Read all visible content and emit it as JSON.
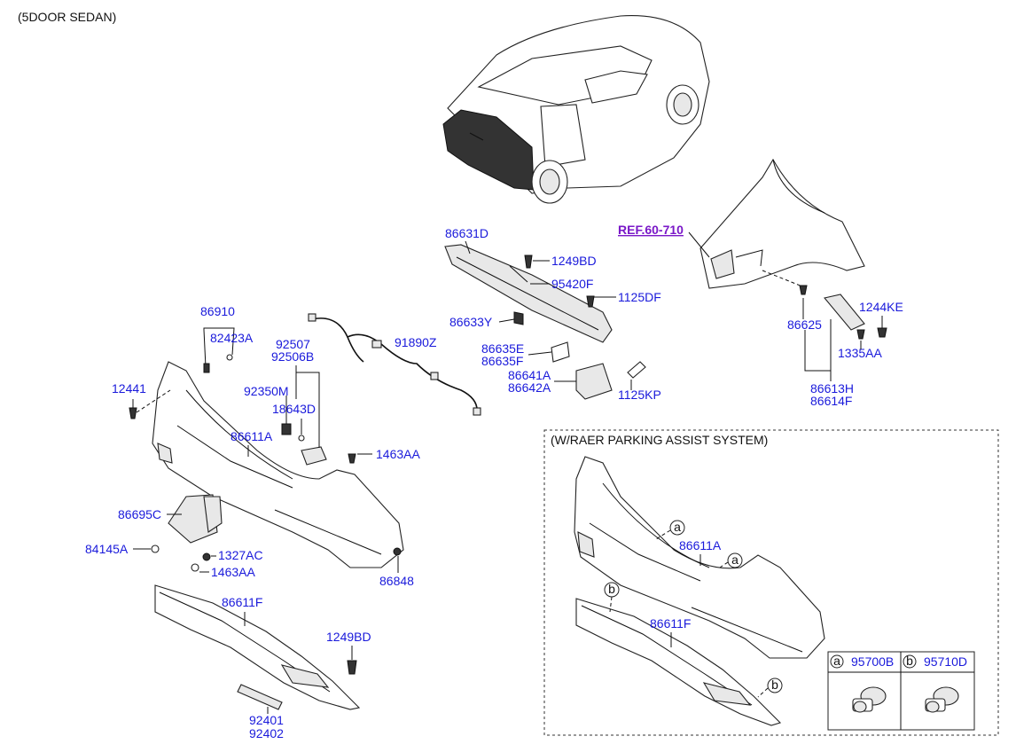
{
  "header": {
    "title": "(5DOOR SEDAN)"
  },
  "reference": {
    "label": "REF.60-710",
    "color": "#7a18c8"
  },
  "part_label_color": "#1a1adb",
  "parts": {
    "p86631D": "86631D",
    "p1249BD_top": "1249BD",
    "p95420F": "95420F",
    "p1125DF": "1125DF",
    "p86633Y": "86633Y",
    "p86635E": "86635E",
    "p86635F": "86635F",
    "p86641A": "86641A",
    "p86642A": "86642A",
    "p1125KP": "1125KP",
    "p86625": "86625",
    "p1244KE": "1244KE",
    "p1335AA": "1335AA",
    "p86613H": "86613H",
    "p86614F": "86614F",
    "p86910": "86910",
    "p82423A": "82423A",
    "p12441": "12441",
    "p92507": "92507",
    "p92506B": "92506B",
    "p92350M": "92350M",
    "p18643D": "18643D",
    "p91890Z": "91890Z",
    "p86611A": "86611A",
    "p1463AA_a": "1463AA",
    "p86695C": "86695C",
    "p84145A": "84145A",
    "p1327AC": "1327AC",
    "p1463AA_b": "1463AA",
    "p86848": "86848",
    "p86611F": "86611F",
    "p1249BD_bot": "1249BD",
    "p92401": "92401",
    "p92402": "92402"
  },
  "parking_assist": {
    "title": "(W/RAER PARKING ASSIST SYSTEM)",
    "p86611A": "86611A",
    "p86611F": "86611F",
    "callouts": [
      "a",
      "a",
      "b",
      "b"
    ],
    "legend": [
      {
        "key": "a",
        "part": "95700B"
      },
      {
        "key": "b",
        "part": "95710D"
      }
    ]
  }
}
